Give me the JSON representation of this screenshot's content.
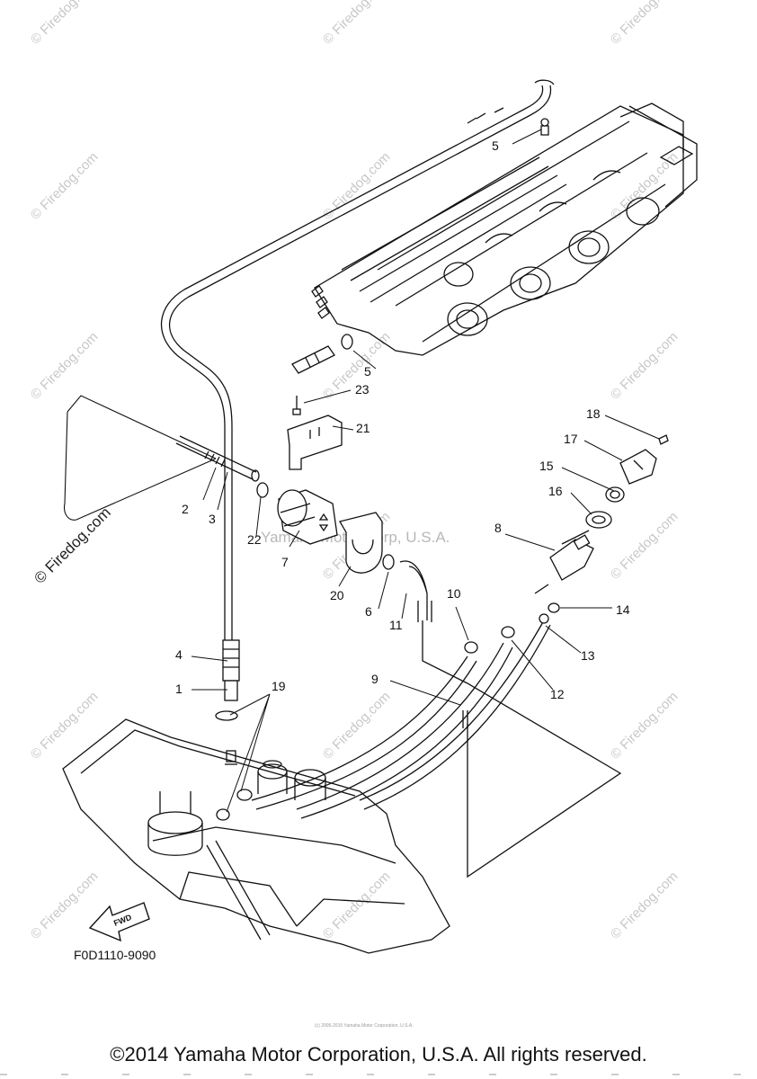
{
  "watermark": {
    "text": "© Firedog.com",
    "bold_text": "© Firedog.com",
    "center_text": "Yamaha Motor Corp, U.S.A."
  },
  "callouts": [
    "1",
    "2",
    "3",
    "4",
    "5",
    "5",
    "6",
    "7",
    "8",
    "9",
    "10",
    "11",
    "12",
    "13",
    "14",
    "15",
    "16",
    "17",
    "18",
    "19",
    "20",
    "21",
    "22",
    "23"
  ],
  "diagram_code": "F0D1110-9090",
  "fwd_label": "FWD",
  "fine_print": "(c) 2005-2015 Yamaha Motor Corporation, U.S.A.",
  "copyright": "©2014 Yamaha Motor Corporation, U.S.A. All rights reserved."
}
